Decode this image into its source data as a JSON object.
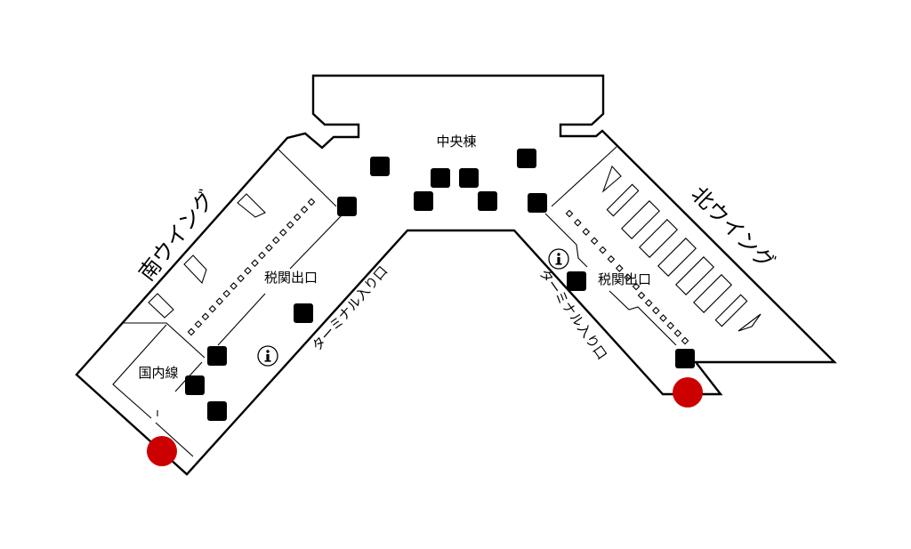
{
  "labels": {
    "central": "中央棟",
    "south_wing": "南ウイング",
    "north_wing": "北ウイング",
    "customs_exit_south": "税関出口",
    "customs_exit_north": "税関出口",
    "domestic": "国内線",
    "terminal_entrance_south": "ターミナル入り口",
    "terminal_entrance_north": "ターミナル入り口"
  },
  "icons": {
    "restroom": "restroom-icon",
    "elevator": "elevator-icon",
    "escalator": "escalator-icon",
    "info": "info-icon",
    "info_glyph": "i"
  },
  "colors": {
    "marker": "#cc0000",
    "line": "#000000"
  }
}
